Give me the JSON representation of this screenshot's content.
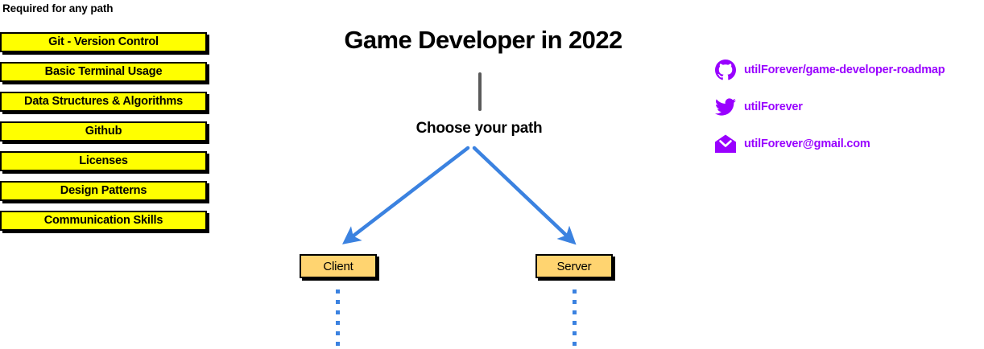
{
  "colors": {
    "topic_fill": "#ffff00",
    "path_fill": "#ffd470",
    "border": "#000000",
    "arrow": "#3b82e0",
    "stem": "#5a5a5a",
    "link": "#9900ff",
    "background": "#ffffff"
  },
  "required": {
    "heading": "Required for any path",
    "items": [
      {
        "label": "Git - Version Control"
      },
      {
        "label": "Basic Terminal Usage"
      },
      {
        "label": "Data Structures & Algorithms"
      },
      {
        "label": "Github"
      },
      {
        "label": "Licenses"
      },
      {
        "label": "Design Patterns"
      },
      {
        "label": "Communication Skills"
      }
    ]
  },
  "center": {
    "title": "Game Developer in 2022",
    "choose_path": "Choose your path",
    "paths": [
      {
        "label": "Client"
      },
      {
        "label": "Server"
      }
    ]
  },
  "contacts": [
    {
      "icon": "github-icon",
      "text": "utilForever/game-developer-roadmap"
    },
    {
      "icon": "twitter-icon",
      "text": "utilForever"
    },
    {
      "icon": "email-icon",
      "text": "utilForever@gmail.com"
    }
  ]
}
